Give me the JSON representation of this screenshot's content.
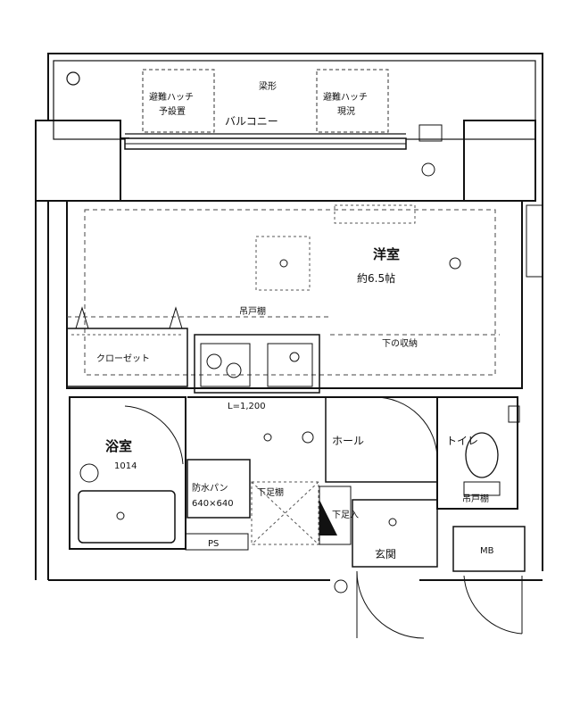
{
  "rooms": {
    "western_room": "洋室",
    "western_room_size": "約6.5帖",
    "balcony": "バルコニー",
    "closet": "クローゼット",
    "bath": "浴室",
    "bath_code": "1014",
    "hall": "ホール",
    "toilet": "トイレ",
    "entrance": "玄関",
    "mb": "MB",
    "ps": "PS"
  },
  "annotations": {
    "hatch_left": "避難ハッチ",
    "hatch_left_sub": "予設置",
    "hatch_right": "避難ハッチ",
    "hatch_right_sub": "現況",
    "pan_label": "防水パン",
    "pan_size": "640×640",
    "shoe_box": "下足入",
    "shoe_cabinet": "下足棚",
    "kitchen": "L=1,200",
    "upper_shelf": "吊戸棚",
    "lower_storage": "下の収納",
    "top_beam": "梁形",
    "toilet_storage": "吊戸棚"
  }
}
